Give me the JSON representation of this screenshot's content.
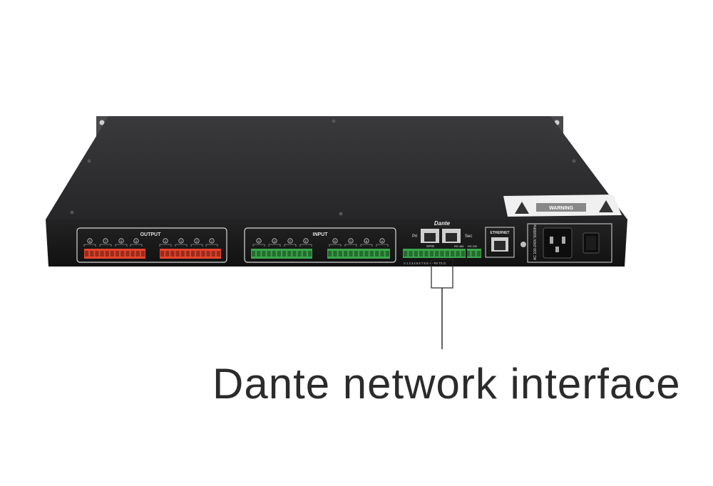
{
  "caption": "Dante network interface",
  "device": {
    "output_label": "OUTPUT",
    "input_label": "INPUT",
    "output_channels": [
      "8",
      "7",
      "6",
      "5",
      "4",
      "3",
      "2",
      "1"
    ],
    "input_channels": [
      "H",
      "G",
      "F",
      "E",
      "D",
      "C",
      "B",
      "A"
    ],
    "dante_logo": "Dante",
    "port_primary": "Pri",
    "port_secondary": "Sec",
    "gpio_label": "GPIO",
    "rs485_label": "RS 485",
    "rs232_label": "RS 232",
    "gpio_pins": "V 1 2 3 4 5 6 7 8 G + - RX TX G",
    "ethernet_label": "ETHERNET",
    "power_label": "AC 100-240V 50/60Hz",
    "warning_label": "WARNING",
    "colors": {
      "chassis": "#1f1f20",
      "top_panel": "#2a2a2c",
      "output_terminal": "#e8442c",
      "input_terminal": "#3aa64a",
      "outline": "#d8d8d8"
    }
  }
}
